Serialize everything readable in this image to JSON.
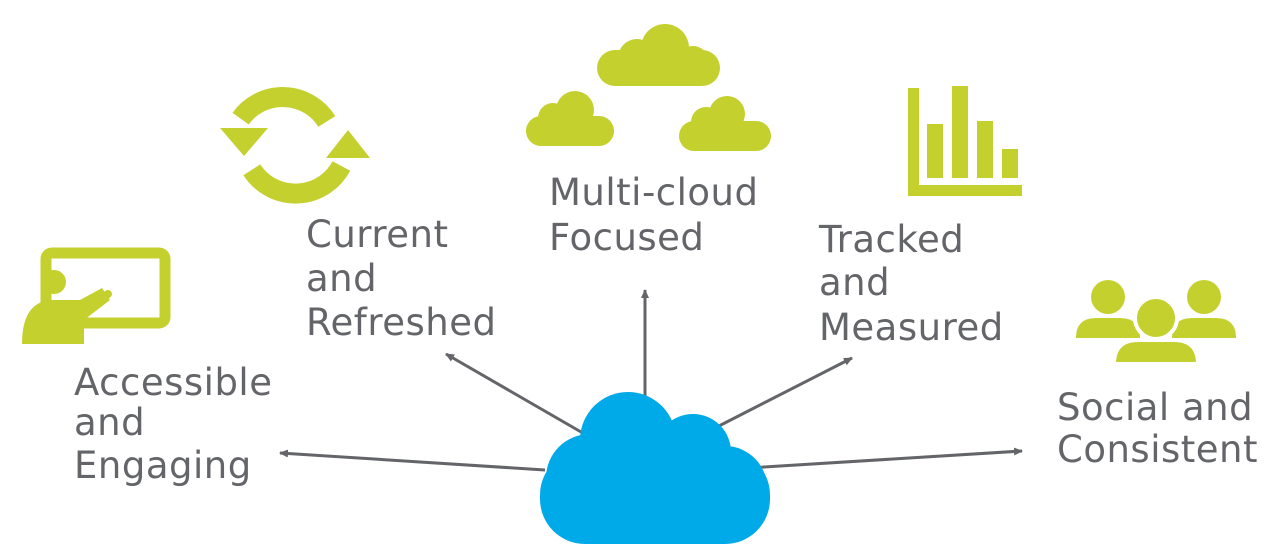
{
  "colors": {
    "accent": "#c4d02d",
    "hub": "#00a9e8",
    "text": "#646569",
    "arrow": "#646569"
  },
  "hub": {
    "icon": "cloud-icon"
  },
  "nodes": [
    {
      "id": "accessible",
      "icon": "presentation-icon",
      "lines": [
        "Accessible",
        "and",
        "Engaging"
      ]
    },
    {
      "id": "current",
      "icon": "refresh-icon",
      "lines": [
        "Current",
        "and",
        "Refreshed"
      ]
    },
    {
      "id": "multicloud",
      "icon": "clouds-icon",
      "lines": [
        "Multi-cloud",
        "Focused"
      ]
    },
    {
      "id": "tracked",
      "icon": "bar-chart-icon",
      "lines": [
        "Tracked",
        "and",
        "Measured"
      ]
    },
    {
      "id": "social",
      "icon": "people-group-icon",
      "lines": [
        "Social and",
        "Consistent"
      ]
    }
  ]
}
